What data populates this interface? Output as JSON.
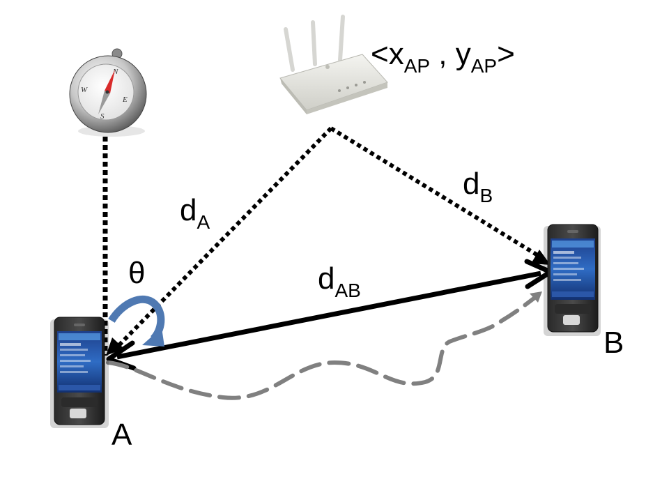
{
  "labels": {
    "ap_coord": {
      "open": "<x",
      "sub1": "AP",
      "sep": " , y",
      "sub2": "AP",
      "close": ">"
    },
    "d_a": {
      "base": "d",
      "sub": "A"
    },
    "d_b": {
      "base": "d",
      "sub": "B"
    },
    "d_ab": {
      "base": "d",
      "sub": "AB"
    },
    "theta": "θ",
    "node_a": "A",
    "node_b": "B"
  },
  "icons": {
    "compass": "compass-icon",
    "access_point": "wireless-router-icon",
    "phone_a": "pda-phone-icon",
    "phone_b": "pda-phone-icon",
    "rotation": "curved-arrow-icon"
  },
  "colors": {
    "line": "#000000",
    "dashed_path": "#808080",
    "rotation_arrow": "#4f79b2",
    "compass_needle_north": "#d92b2b"
  }
}
